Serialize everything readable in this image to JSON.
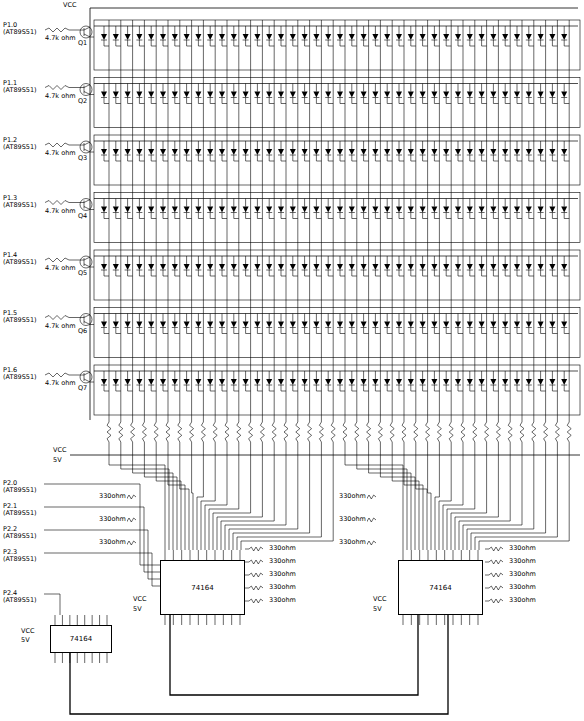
{
  "diagram": {
    "nodes": [
      {
        "text": [
          "74164"
        ]
      },
      {
        "text": [
          "74164"
        ]
      },
      {
        "text": [
          "74164"
        ]
      }
    ],
    "edges": [
      {
        "from": 0,
        "to": 1,
        "arrow": "none"
      },
      {
        "from": 2,
        "to": 1,
        "arrow": "none"
      }
    ],
    "labels": [
      "VCC",
      "P1.0 (AT89S51)",
      "P1.1 (AT89S51)",
      "P1.2 (AT89S51)",
      "P1.3 (AT89S51)",
      "P1.4 (AT89S51)",
      "P1.5 (AT89S51)",
      "P1.6 (AT89S51)",
      "4.7k ohm",
      "4.7k ohm",
      "4.7k ohm",
      "4.7k ohm",
      "4.7k ohm",
      "4.7k ohm",
      "4.7k ohm",
      "Q1",
      "Q2",
      "Q3",
      "Q4",
      "Q5",
      "Q6",
      "Q7",
      "VCC",
      "5V",
      "P2.0 (AT89S51)",
      "P2.1 (AT89S51)",
      "P2.2 (AT89S51)",
      "P2.3 (AT89S51)",
      "P2.4 (AT89S51)",
      "VCC",
      "5V",
      "VCC",
      "5V",
      "VCC",
      "5V",
      "330ohm",
      "330ohm",
      "330ohm",
      "330ohm",
      "330ohm",
      "330ohm",
      "330ohm",
      "330ohm",
      "330ohm",
      "330ohm",
      "330ohm",
      "330ohm",
      "330ohm",
      "330ohm",
      "330ohm",
      "330ohm"
    ]
  }
}
